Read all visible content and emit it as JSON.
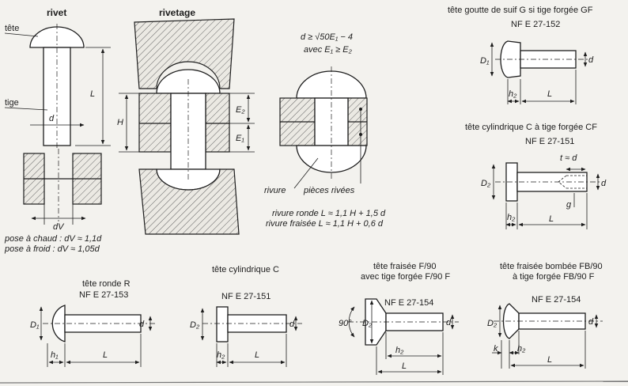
{
  "labels": {
    "rivet": "rivet",
    "rivetage": "rivetage",
    "tete": "tête",
    "tige": "tige",
    "d": "d",
    "L": "L",
    "H": "H",
    "E1": "E₁",
    "E2": "E₂",
    "dV": "dV",
    "D1": "D₁",
    "D2": "D₂",
    "h1": "h₁",
    "h2": "h₂",
    "k": "k",
    "g": "g",
    "angle": "90°",
    "t_eq_d": "t ≈ d",
    "formula_d": "d ≥ √50E₁ − 4",
    "formula_E": "avec E₁ ≥ E₂",
    "rivure": "rivure",
    "pieces_rivees": "pièces rivées",
    "rivure_ronde": "rivure ronde  L ≈ 1,1 H + 1,5 d",
    "rivure_fraisee": "rivure fraisée  L ≈ 1,1 H + 0,6 d",
    "pose_chaud": "pose à chaud : dV ≈ 1,1d",
    "pose_froid": "pose à froid : dV ≈ 1,05d"
  },
  "heads": {
    "goutte": {
      "title": "tête goutte de suif G si tige forgée GF",
      "norm": "NF E 27-152"
    },
    "cyl_forgee": {
      "title": "tête cylindrique C à tige forgée CF",
      "norm": "NF E 27-151"
    },
    "ronde": {
      "title": "tête ronde R",
      "norm": "NF E 27-153"
    },
    "cylindrique": {
      "title": "tête cylindrique C",
      "norm": "NF E 27-151"
    },
    "fraisee": {
      "title": "tête fraisée F/90",
      "subtitle": "avec tige forgée F/90 F",
      "norm": "NF E 27-154"
    },
    "bombee": {
      "title": "tête fraisée bombée FB/90",
      "subtitle": "à tige forgée FB/90 F",
      "norm": "NF E 27-154"
    }
  }
}
